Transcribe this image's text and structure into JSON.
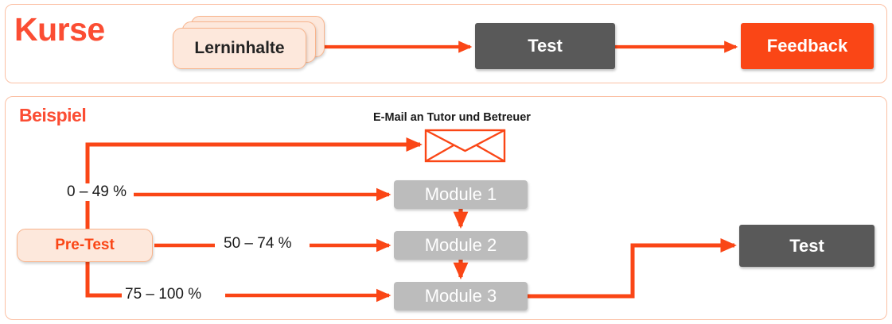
{
  "theme": {
    "accent_orange": "#FA4616",
    "title_red": "#FB4D33",
    "panel_border": "#FBC0A4",
    "card_fill": "#FDE8DC",
    "card_border": "#F8B48C",
    "dark_box": "#595959",
    "module_gray": "#BCBCBC",
    "text_dark": "#1A1A1A",
    "page_background": "#FFFFFF"
  },
  "panels": [
    {
      "id": "kurse",
      "title": "Kurse",
      "nodes": {
        "content_card": "Lerninhalte",
        "test": "Test",
        "feedback": "Feedback"
      }
    },
    {
      "id": "beispiel",
      "title": "Beispiel",
      "nodes": {
        "pretest": "Pre-Test",
        "email_caption": "E-Mail an Tutor und Betreuer",
        "email_icon": "envelope-icon",
        "modules": [
          "Module 1",
          "Module 2",
          "Module 3"
        ],
        "test": "Test"
      },
      "edge_labels": [
        "0 – 49 %",
        "50 – 74 %",
        "75 – 100 %"
      ]
    }
  ],
  "flow": {
    "top_sequence": [
      "Lerninhalte",
      "Test",
      "Feedback"
    ],
    "branches": [
      {
        "range": "0 – 49 %",
        "target": "Module 1",
        "also": "E-Mail an Tutor und Betreuer"
      },
      {
        "range": "50 – 74 %",
        "target": "Module 2"
      },
      {
        "range": "75 – 100 %",
        "target": "Module 3"
      }
    ],
    "module_chain": [
      "Module 1",
      "Module 2",
      "Module 3"
    ],
    "final_target": "Test"
  }
}
